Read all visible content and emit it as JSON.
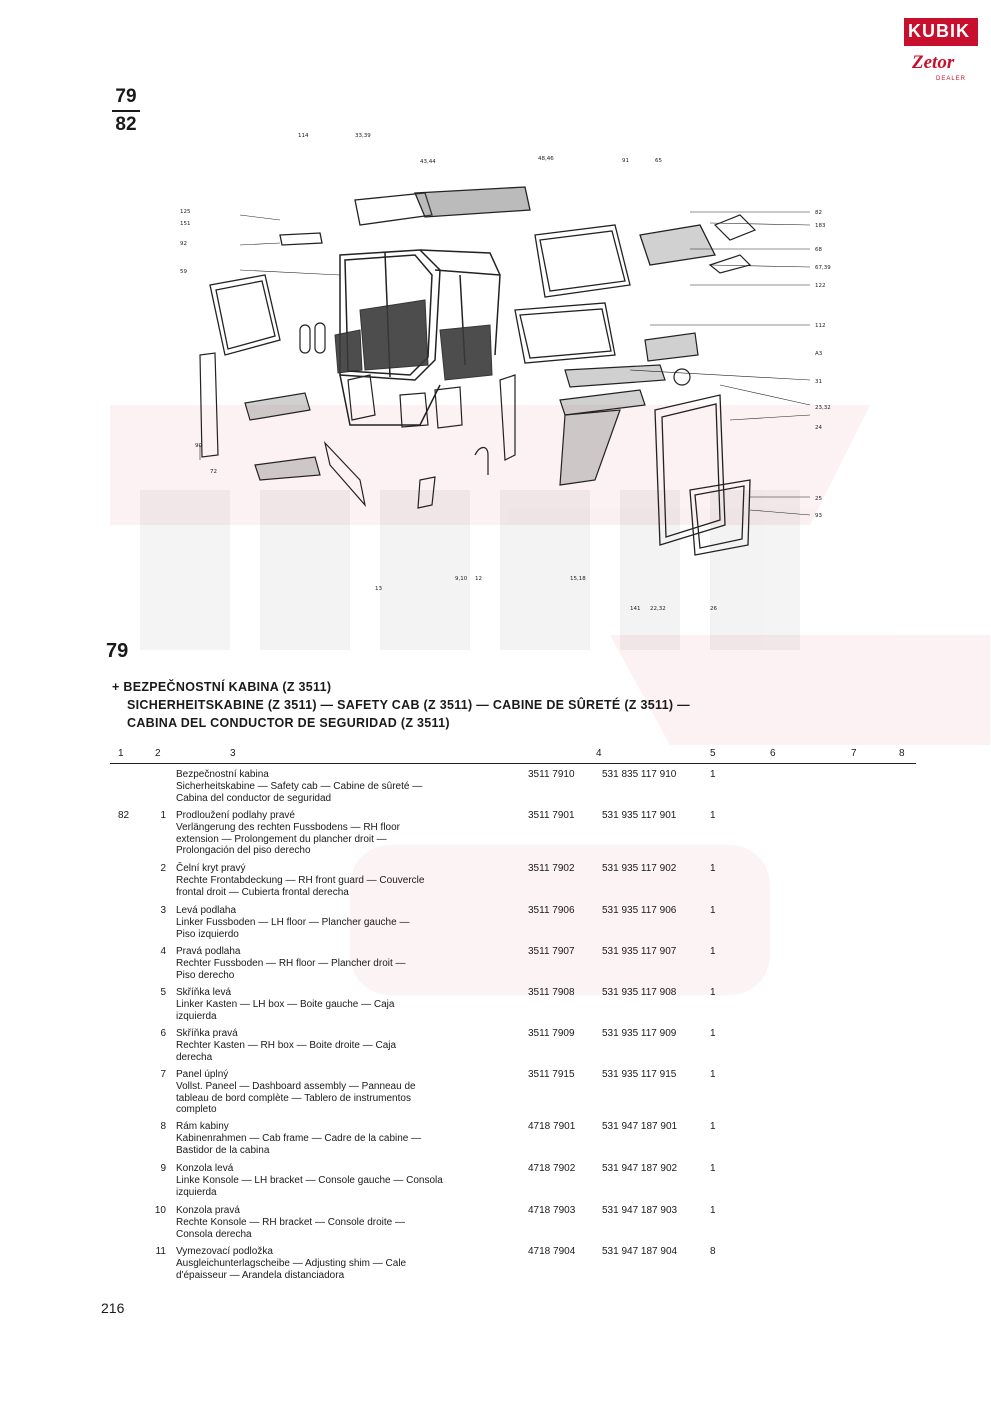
{
  "logo": {
    "brand": "KUBIK",
    "sub": "Zetor",
    "dealer": "DEALER"
  },
  "fraction": {
    "top": "79",
    "bottom": "82"
  },
  "section_number": "79",
  "title": {
    "line1": "+ BEZPEČNOSTNÍ KABINA (Z 3511)",
    "line2": "SICHERHEITSKABINE (Z 3511) — SAFETY CAB (Z 3511) — CABINE DE SÛRETÉ (Z 3511) —",
    "line3": "CABINA DEL CONDUCTOR DE SEGURIDAD (Z 3511)"
  },
  "columns": [
    "1",
    "2",
    "3",
    "4",
    "5",
    "6",
    "7",
    "8"
  ],
  "rows": [
    {
      "c1": "",
      "c2": "",
      "lines": [
        "Bezpečnostní kabina",
        "Sicherheitskabine — Safety cab — Cabine de sûreté —",
        "Cabina del conductor de seguridad"
      ],
      "part": "3511 7910",
      "code": "531 835 117 910",
      "qty": "1"
    },
    {
      "c1": "82",
      "c2": "1",
      "lines": [
        "Prodloužení podlahy pravé",
        "Verlängerung des rechten Fussbodens — RH floor",
        "extension — Prolongement du plancher droit —",
        "Prolongación del piso derecho"
      ],
      "part": "3511 7901",
      "code": "531 935 117 901",
      "qty": "1"
    },
    {
      "c1": "",
      "c2": "2",
      "lines": [
        "Čelní kryt pravý",
        "Rechte Frontabdeckung — RH front guard — Couvercle",
        "frontal droit — Cubierta frontal derecha"
      ],
      "part": "3511 7902",
      "code": "531 935 117 902",
      "qty": "1"
    },
    {
      "c1": "",
      "c2": "3",
      "lines": [
        "Levá podlaha",
        "Linker Fussboden — LH floor — Plancher gauche —",
        "Piso izquierdo"
      ],
      "part": "3511 7906",
      "code": "531 935 117 906",
      "qty": "1"
    },
    {
      "c1": "",
      "c2": "4",
      "lines": [
        "Pravá podlaha",
        "Rechter Fussboden — RH floor — Plancher droit —",
        "Piso derecho"
      ],
      "part": "3511 7907",
      "code": "531 935 117 907",
      "qty": "1"
    },
    {
      "c1": "",
      "c2": "5",
      "lines": [
        "Skříňka levá",
        "Linker Kasten — LH box — Boite gauche — Caja",
        "izquierda"
      ],
      "part": "3511 7908",
      "code": "531 935 117 908",
      "qty": "1"
    },
    {
      "c1": "",
      "c2": "6",
      "lines": [
        "Skříňka pravá",
        "Rechter Kasten — RH box — Boite droite — Caja",
        "derecha"
      ],
      "part": "3511 7909",
      "code": "531 935 117 909",
      "qty": "1"
    },
    {
      "c1": "",
      "c2": "7",
      "lines": [
        "Panel úplný",
        "Vollst. Paneel — Dashboard assembly — Panneau de",
        "tableau de bord complète — Tablero de instrumentos",
        "completo"
      ],
      "part": "3511 7915",
      "code": "531 935 117 915",
      "qty": "1"
    },
    {
      "c1": "",
      "c2": "8",
      "lines": [
        "Rám kabiny",
        "Kabinenrahmen — Cab frame — Cadre de la cabine —",
        "Bastidor de la cabina"
      ],
      "part": "4718 7901",
      "code": "531 947 187 901",
      "qty": "1"
    },
    {
      "c1": "",
      "c2": "9",
      "lines": [
        "Konzola levá",
        "Linke Konsole — LH bracket — Console gauche — Consola",
        "izquierda"
      ],
      "part": "4718 7902",
      "code": "531 947 187 902",
      "qty": "1"
    },
    {
      "c1": "",
      "c2": "10",
      "lines": [
        "Konzola pravá",
        "Rechte Konsole — RH bracket — Console droite —",
        "Consola derecha"
      ],
      "part": "4718 7903",
      "code": "531 947 187 903",
      "qty": "1"
    },
    {
      "c1": "",
      "c2": "11",
      "lines": [
        "Vymezovací podložka",
        "Ausgleichunterlagscheibe — Adjusting shim — Cale",
        "d'épaisseur — Arandela distanciadora"
      ],
      "part": "4718 7904",
      "code": "531 947 187 904",
      "qty": "8"
    }
  ],
  "page_number": "216"
}
